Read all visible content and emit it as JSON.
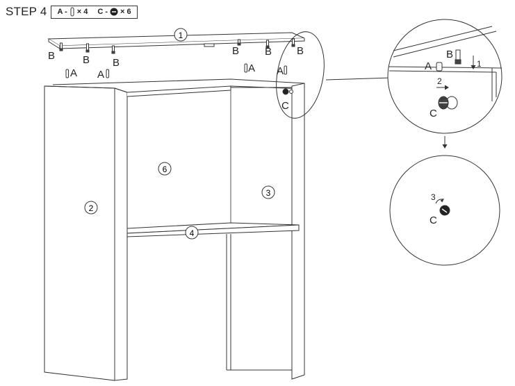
{
  "header": {
    "step_title": "STEP 4",
    "parts": [
      {
        "letter": "A -",
        "count": "× 4",
        "icon": "dowel-icon"
      },
      {
        "letter": "C -",
        "count": "× 6",
        "icon": "cam-lock-icon"
      }
    ]
  },
  "panels": {
    "top": "1",
    "left_side": "2",
    "right_side": "3",
    "shelf": "4",
    "back": "6"
  },
  "fasteners": {
    "cam_bolt": "B",
    "dowel": "A",
    "cam_lock": "C"
  },
  "detail": {
    "step_insert": "1",
    "step_slide": "2",
    "step_turn": "3"
  },
  "colors": {
    "line": "#333333",
    "panel_fill": "#ffffff",
    "edge": "#888888"
  }
}
